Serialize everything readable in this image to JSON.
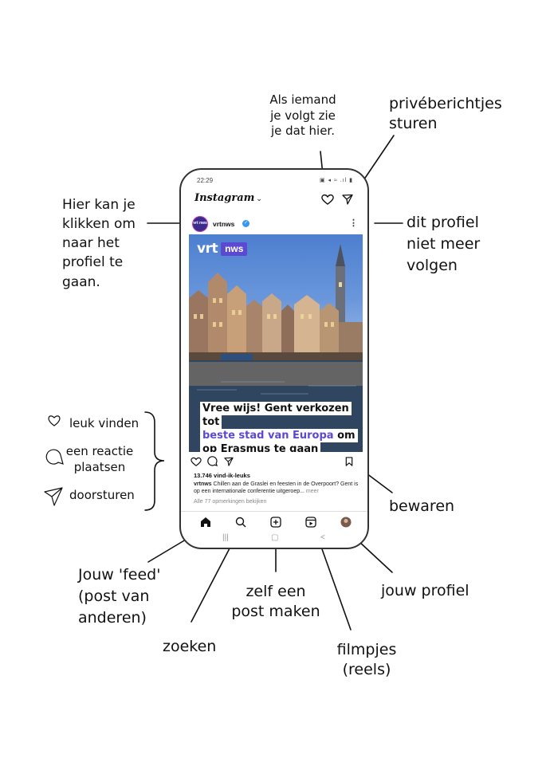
{
  "phone": {
    "status_time": "22:29",
    "status_icons": "▣ ◂ ≈ .ıl ▮",
    "app_logo": "Instagram",
    "app_logo_chevron": "⌄",
    "profile": {
      "username": "vrtnws",
      "avatar_text": "vrt nws",
      "verified": "✓"
    },
    "more_icon": "⋮",
    "post": {
      "logo_vrt": "vrt",
      "logo_nws": "nws",
      "headline_part1": "Vree wijs! Gent verkozen tot",
      "headline_highlight": "beste stad van Europa",
      "headline_part2": " om",
      "headline_part3": "op Erasmus te gaan"
    },
    "likes": "13.746 vind-ik-leuks",
    "caption_user": "vrtnws",
    "caption_text": " Chillen aan de Graslei en feesten in de Overpoort? Gent is op een internationale conferentie uitgeroep...",
    "caption_more": " meer",
    "comments_link": "Alle 77 opmerkingen bekijken",
    "system_nav": {
      "recents": "|||",
      "home": "▢",
      "back": "<"
    }
  },
  "annotations": {
    "follow_notice": [
      "Als iemand",
      "je volgt zie",
      "je dat hier."
    ],
    "direct_messages": [
      "privéberichtjes",
      "sturen"
    ],
    "profile_link": [
      "Hier kan je",
      "klikken om",
      "naar het",
      "profiel te",
      "gaan."
    ],
    "unfollow": [
      "dit profiel",
      "niet meer",
      "volgen"
    ],
    "like": "leuk vinden",
    "comment": [
      "een reactie",
      "plaatsen"
    ],
    "share": "doorsturen",
    "save": "bewaren",
    "feed": [
      "Jouw 'feed'",
      "(post van",
      "anderen)"
    ],
    "create_post": [
      "zelf een",
      "post maken"
    ],
    "your_profile": "jouw profiel",
    "search": "zoeken",
    "reels": [
      "filmpjes",
      "(reels)"
    ]
  },
  "colors": {
    "accent": "#5b4ad1",
    "verified": "#3897f0",
    "text": "#111111"
  }
}
